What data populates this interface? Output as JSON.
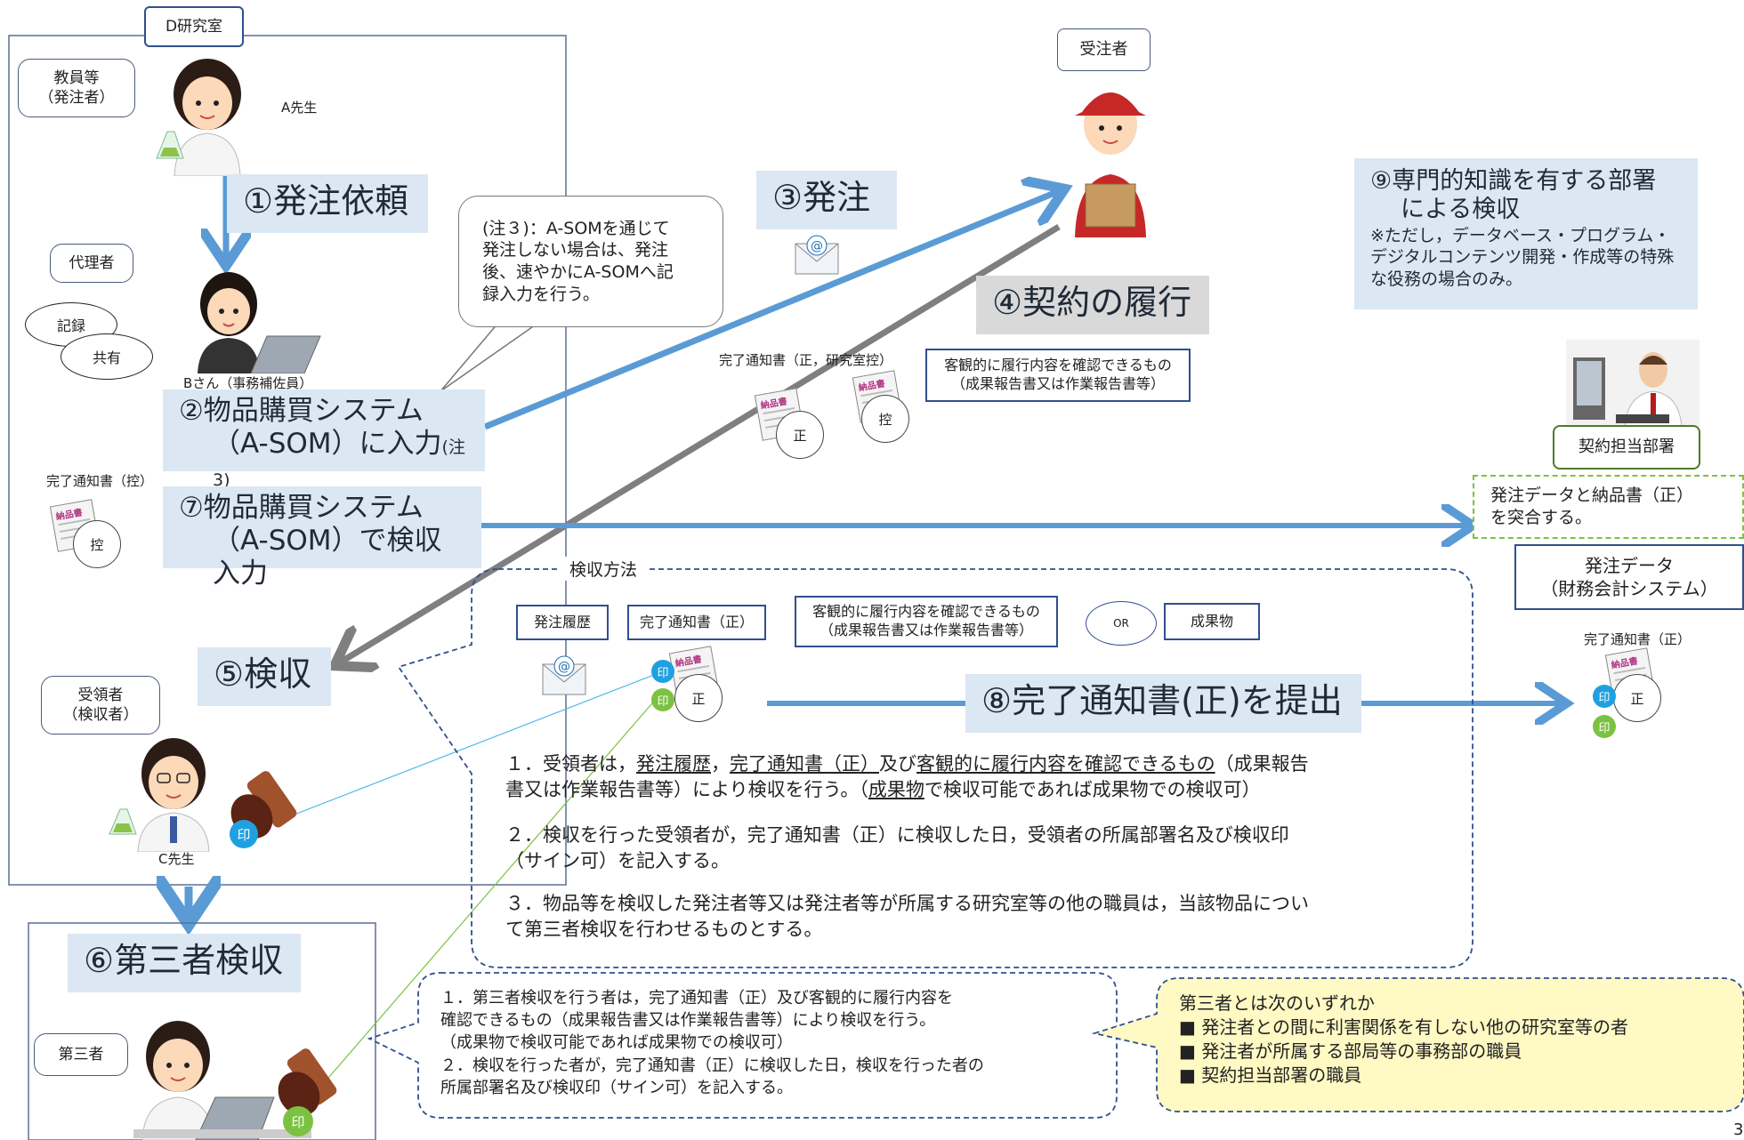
{
  "lab": {
    "title": "D研究室"
  },
  "roles": {
    "teacher_bubble": [
      "教員等",
      "（発注者）"
    ],
    "teacher_name": "A先生",
    "agent_bubble": "代理者",
    "record": "記録",
    "share": "共有",
    "assistant_name": "Bさん（事務補佐員）",
    "receiver_bubble": [
      "受領者",
      "（検収者）"
    ],
    "receiver_name": "C先生",
    "third_party_bubble": "第三者",
    "contractor": "受注者",
    "contract_dept": "契約担当部署"
  },
  "steps": {
    "s1": "①発注依頼",
    "s2_line1": "②物品購買システム",
    "s2_line2": "（A-SOM）に入力",
    "s2_note": "(注3)",
    "s3": "③発注",
    "s4": "④契約の履行",
    "s5": "⑤検収",
    "s6": "⑥第三者検収",
    "s7_line1": "⑦物品購買システム",
    "s7_line2": "（A-SOM）で検収入力",
    "s8": "⑧完了通知書(正)を提出",
    "s9_line1": "⑨専門的知識を有する部署",
    "s9_line2": "による検収",
    "s9_note": [
      "※ただし，データベース・プログラム・",
      "デジタルコンテンツ開発・作成等の特殊",
      "な役務の場合のみ。"
    ]
  },
  "note3": [
    "(注３)：A-SOMを通じて",
    "発注しない場合は、発注",
    "後、速やかにA-SOMへ記",
    "録入力を行う。"
  ],
  "documents": {
    "completion_copy_label": "完了通知書（控）",
    "completion_both_label": "完了通知書（正，研究室控）",
    "completion_original_label": "完了通知書（正）",
    "delivery_slip": "納品書",
    "seal_original": "正",
    "seal_copy": "控",
    "stamp": "印",
    "objective_doc": [
      "客観的に履行内容を確認できるもの",
      "（成果報告書又は作業報告書等）"
    ]
  },
  "accounting": {
    "match_text": [
      "発注データと納品書（正）",
      "を突合する。"
    ],
    "order_data": [
      "発注データ",
      "（財務会計システム）"
    ]
  },
  "inspection_method": {
    "title": "検収方法",
    "order_history": "発注履歴",
    "completion_original": "完了通知書（正）",
    "objective_doc": [
      "客観的に履行内容を確認できるもの",
      "（成果報告書又は作業報告書等）"
    ],
    "or": "OR",
    "deliverable": "成果物",
    "item1": {
      "p1": "１．受領者は，",
      "u1": "発注履歴",
      "p2": "，",
      "u2": "完了通知書（正）",
      "p3": "及び",
      "u3": "客観的に履行内容を確認できるもの",
      "p4": "（成果報告",
      "line2a": "書又は作業報告書等）により検収を行う。（",
      "u4": "成果物",
      "line2b": "で検収可能であれば成果物での検収可）"
    },
    "item2": [
      "２．検収を行った受領者が，完了通知書（正）に検収した日，受領者の所属部署名及び検収印",
      "（サイン可）を記入する。"
    ],
    "item3": [
      "３．物品等を検収した発注者等又は発注者等が所属する研究室等の他の職員は，当該物品につい",
      "て第三者検収を行わせるものとする。"
    ]
  },
  "third_party_method": [
    "１．第三者検収を行う者は，完了通知書（正）及び客観的に履行内容を",
    "確認できるもの（成果報告書又は作業報告書等）により検収を行う。",
    "（成果物で検収可能であれば成果物での検収可）",
    "２．検収を行った者が，完了通知書（正）に検収した日，検収を行った者の",
    "所属部署名及び検収印（サイン可）を記入する。"
  ],
  "third_party_def": {
    "title": "第三者とは次のいずれか",
    "items": [
      "■ 発注者との間に利害関係を有しない他の研究室等の者",
      "■ 発注者が所属する部局等の事務部の職員",
      "■ 契約担当部署の職員"
    ]
  },
  "page_number": "3",
  "colors": {
    "step_bg": "#dbe7f3",
    "arrow_blue": "#5b9bd5",
    "arrow_gray": "#7f7f7f",
    "dashed_border": "#2f4f8f",
    "yellow_box": "#fff9c4",
    "green_dashed": "#7cc242"
  }
}
